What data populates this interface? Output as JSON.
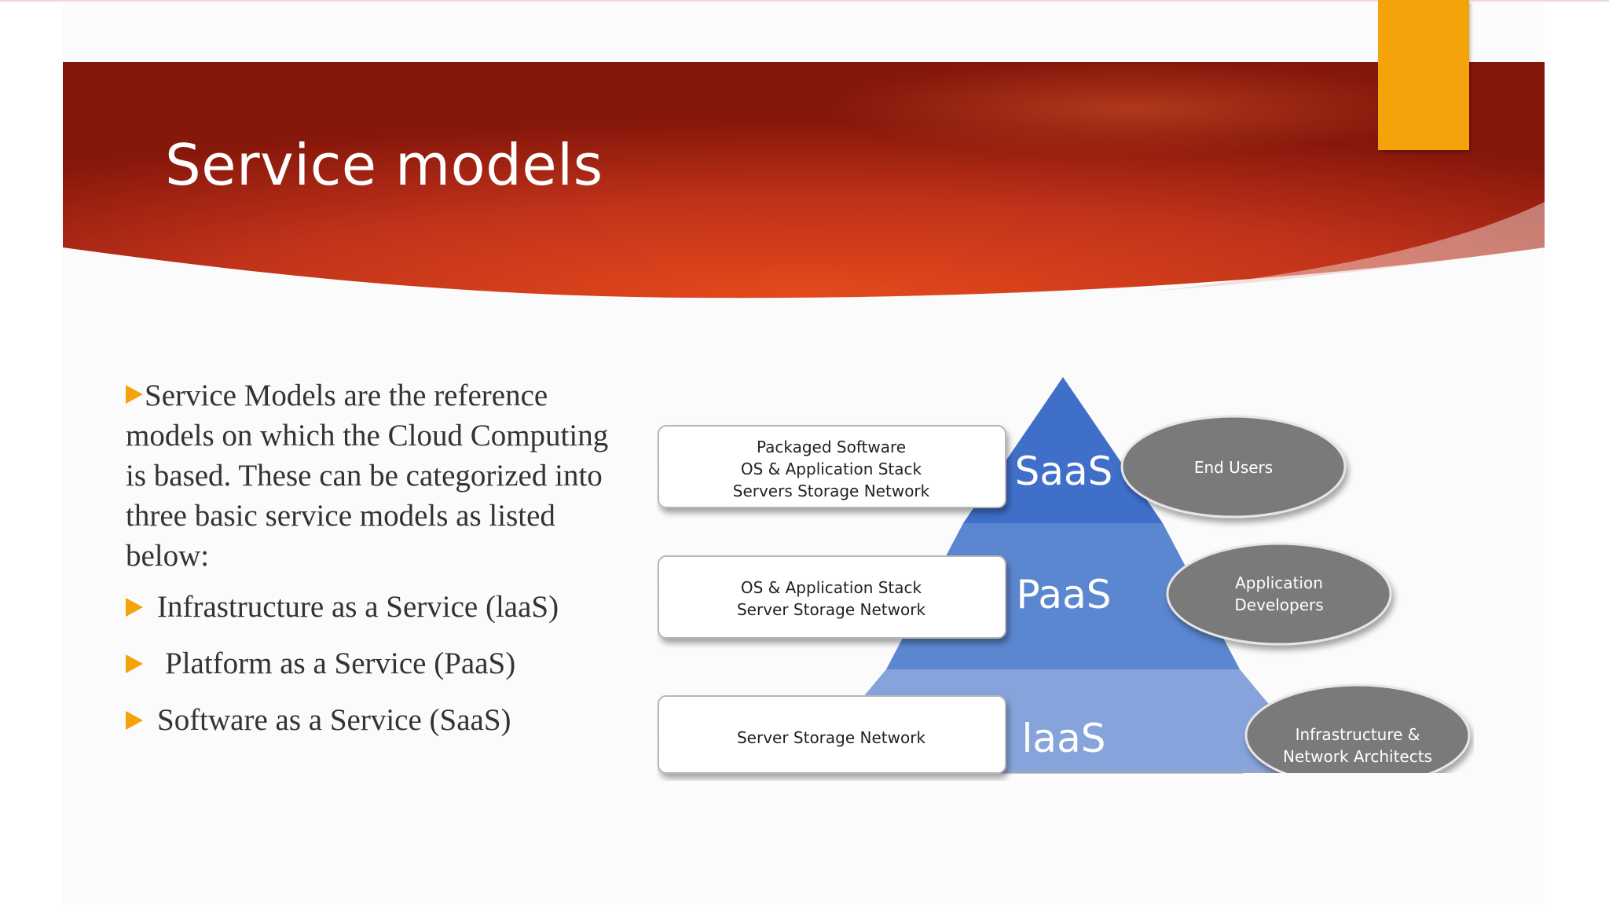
{
  "slide": {
    "title": "Service models",
    "colors": {
      "banner_dark": "#8a1a0a",
      "banner_light": "#e0481e",
      "accent": "#f5a30a",
      "pyramid_top": "#3f6fc9",
      "pyramid_mid": "#5b86d0",
      "pyramid_bottom": "#7f9fdb",
      "ellipse": "#7a7a7a"
    }
  },
  "body": {
    "intro": "Service Models are the reference models on which the Cloud Computing is based. These can be categorized into three basic service models as listed below:",
    "bullets": [
      "Infrastructure as a Service (laaS)",
      "Platform as a Service (PaaS)",
      "Software as a Service (SaaS)"
    ]
  },
  "diagram": {
    "layers": [
      {
        "name": "SaaS",
        "box_lines": [
          "Packaged Software",
          "OS & Application Stack",
          "Servers Storage Network"
        ],
        "audience_lines": [
          "End Users"
        ]
      },
      {
        "name": "PaaS",
        "box_lines": [
          "OS & Application Stack",
          "Server Storage Network"
        ],
        "audience_lines": [
          "Application",
          "Developers"
        ]
      },
      {
        "name": "laaS",
        "box_lines": [
          "Server Storage Network"
        ],
        "audience_lines": [
          "Infrastructure &",
          "Network Architects"
        ]
      }
    ]
  }
}
